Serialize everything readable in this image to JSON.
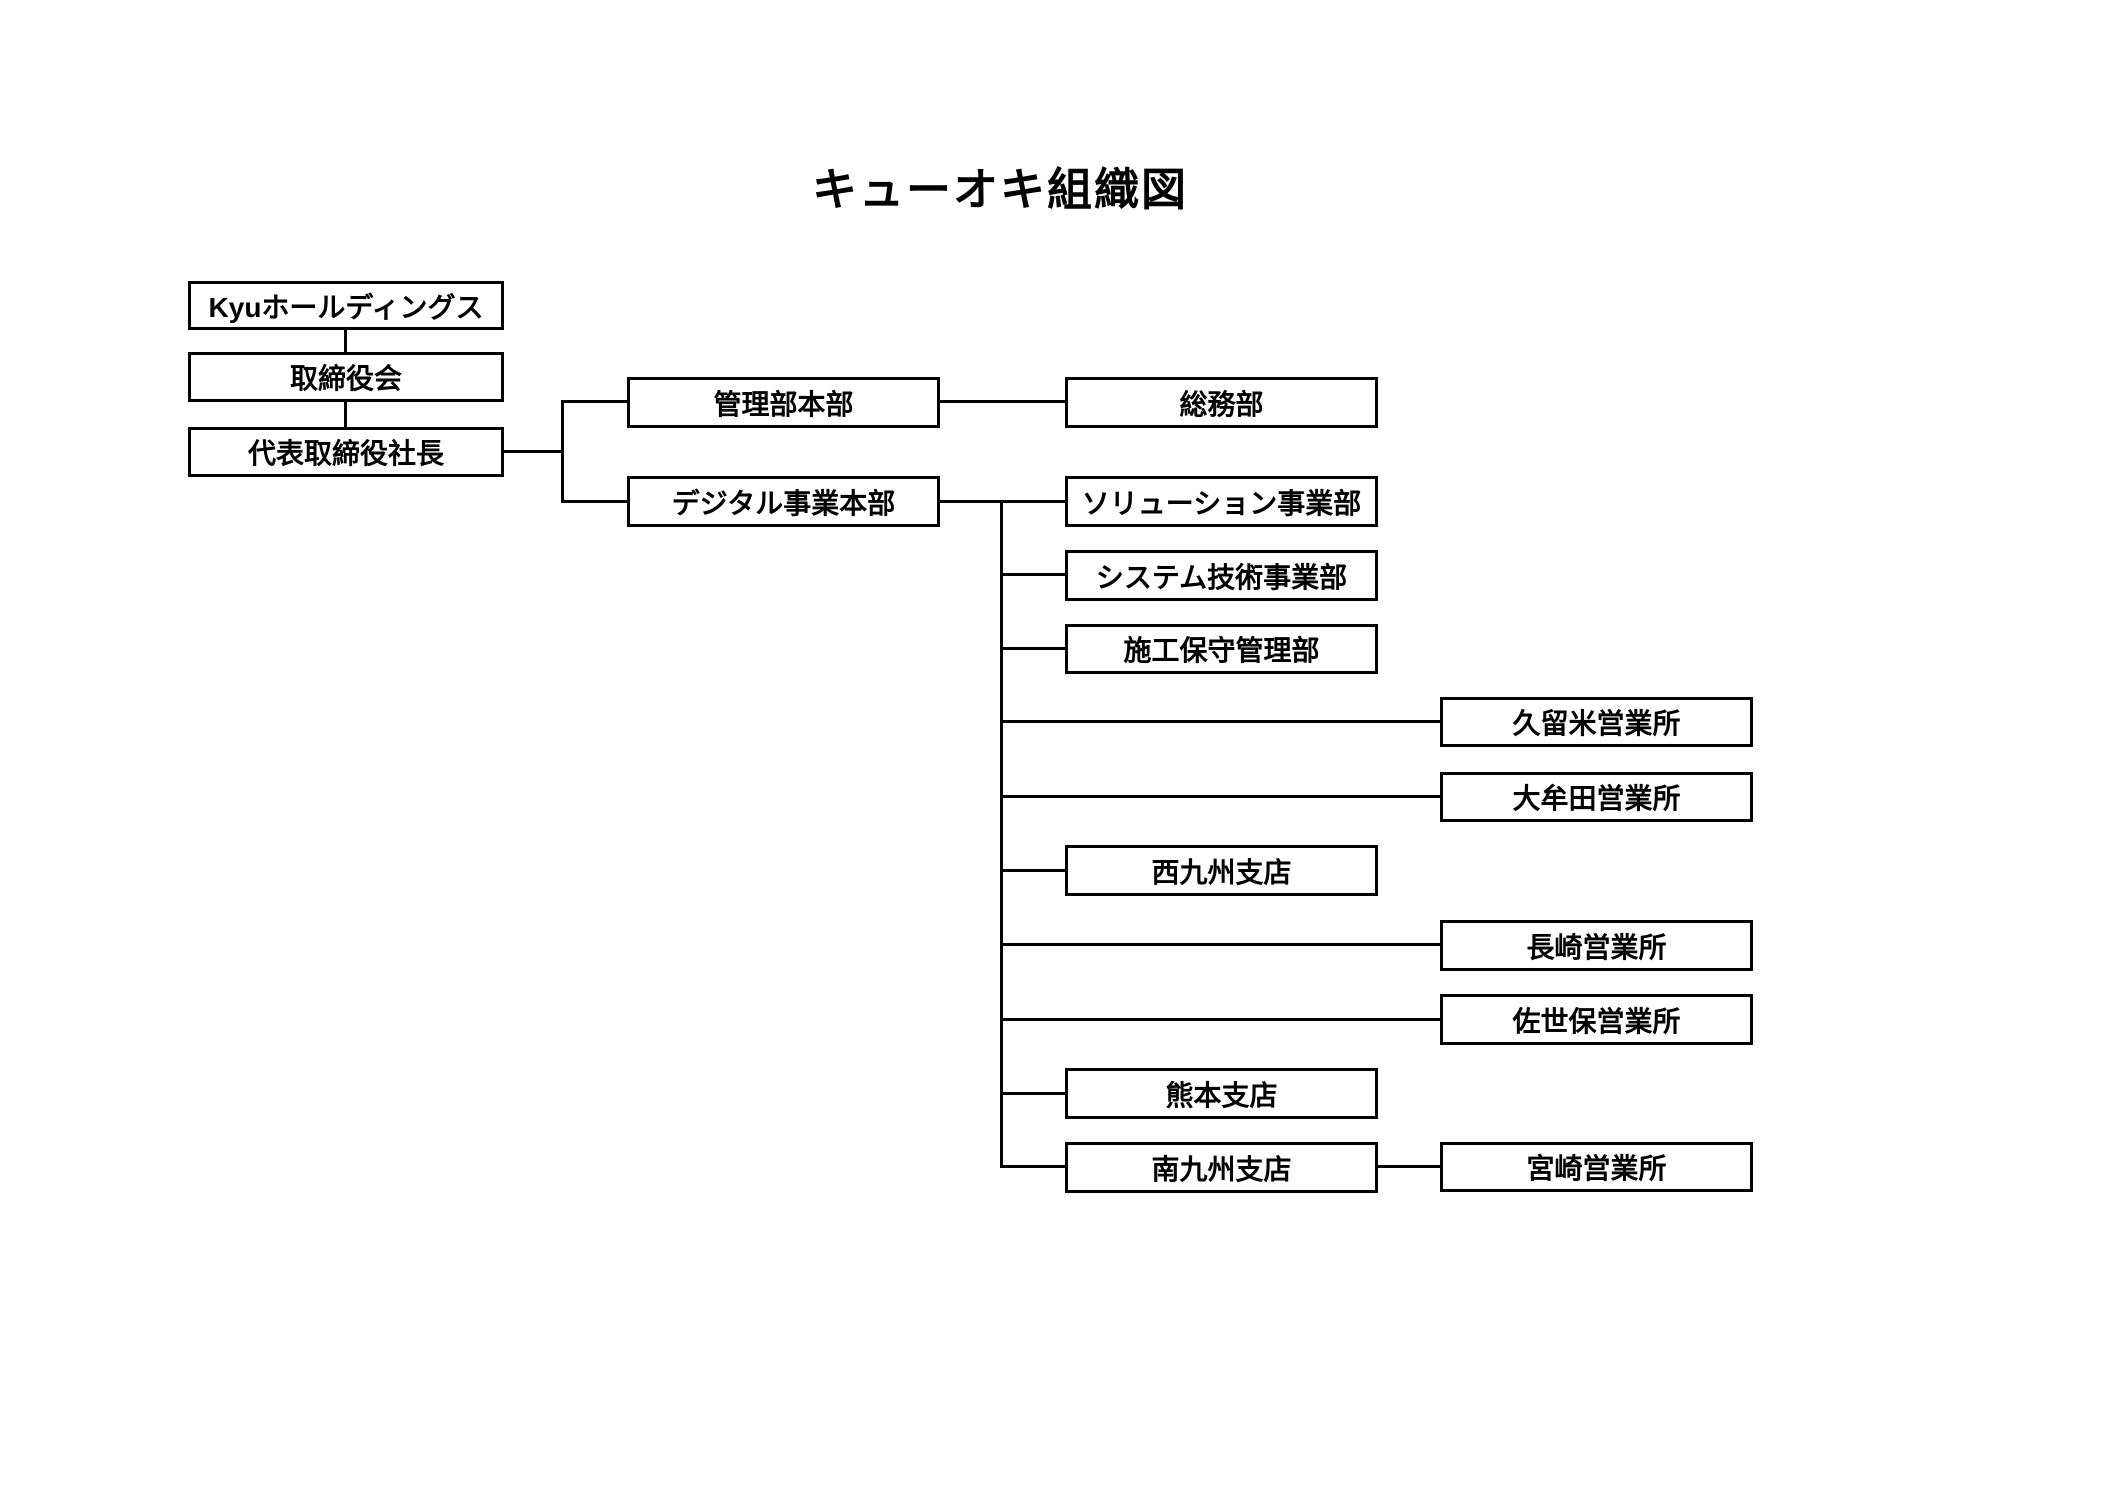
{
  "title": "キューオキ組織図",
  "colors": {
    "background": "#ffffff",
    "box_fill": "#ffffff",
    "line": "#000000",
    "text": "#000000"
  },
  "org": {
    "nodes": [
      {
        "label": "Kyuホールディングス",
        "parent": null
      },
      {
        "label": "取締役会",
        "parent": "Kyuホールディングス"
      },
      {
        "label": "代表取締役社長",
        "parent": "取締役会"
      },
      {
        "label": "管理部本部",
        "parent": "代表取締役社長"
      },
      {
        "label": "総務部",
        "parent": "管理部本部"
      },
      {
        "label": "デジタル事業本部",
        "parent": "代表取締役社長"
      },
      {
        "label": "ソリューション事業部",
        "parent": "デジタル事業本部"
      },
      {
        "label": "システム技術事業部",
        "parent": "デジタル事業本部"
      },
      {
        "label": "施工保守管理部",
        "parent": "デジタル事業本部"
      },
      {
        "label": "久留米営業所",
        "parent": "デジタル事業本部"
      },
      {
        "label": "大牟田営業所",
        "parent": "デジタル事業本部"
      },
      {
        "label": "西九州支店",
        "parent": "デジタル事業本部"
      },
      {
        "label": "長崎営業所",
        "parent": "デジタル事業本部"
      },
      {
        "label": "佐世保営業所",
        "parent": "デジタル事業本部"
      },
      {
        "label": "熊本支店",
        "parent": "デジタル事業本部"
      },
      {
        "label": "南九州支店",
        "parent": "デジタル事業本部"
      },
      {
        "label": "宮崎営業所",
        "parent": "南九州支店"
      }
    ]
  }
}
